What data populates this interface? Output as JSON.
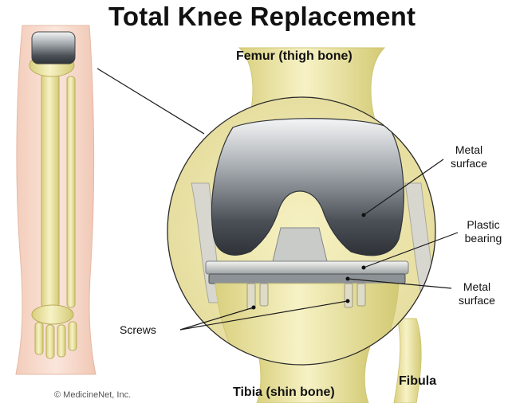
{
  "title": "Total Knee Replacement",
  "labels": {
    "femur": "Femur (thigh bone)",
    "tibia": "Tibia (shin bone)",
    "fibula": "Fibula",
    "screws": "Screws",
    "metal_surface_top": [
      "Metal",
      "surface"
    ],
    "plastic_bearing": [
      "Plastic",
      "bearing"
    ],
    "metal_surface_bottom": [
      "Metal",
      "surface"
    ]
  },
  "copyright": "© MedicineNet, Inc.",
  "colors": {
    "bone": "#f2ecb0",
    "bone_shadow": "#d7cf7a",
    "skin": "#f6d6c6",
    "metal": "#5a5f66",
    "plastic": "#d9dbd8",
    "leader_line": "#1a1a1a"
  }
}
